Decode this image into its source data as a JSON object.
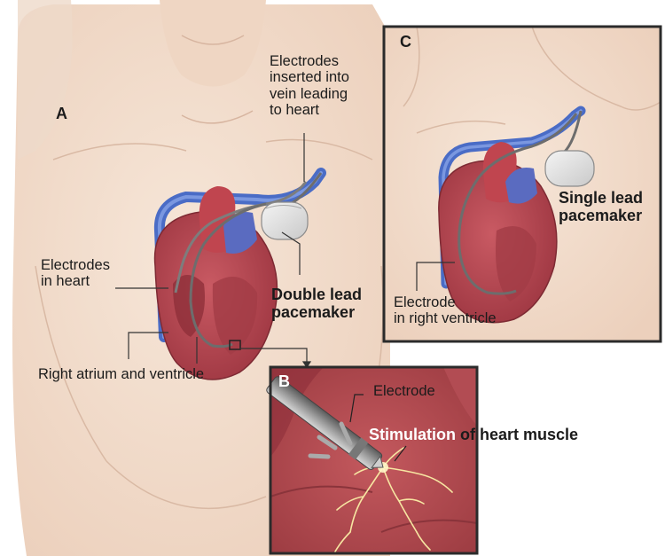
{
  "panels": {
    "a": {
      "letter": "A"
    },
    "b": {
      "letter": "B"
    },
    "c": {
      "letter": "C"
    }
  },
  "labels": {
    "electrodes_inserted": "Electrodes\ninserted into\nvein leading\nto heart",
    "electrodes_in_heart": "Electrodes\nin heart",
    "right_atrium_ventricle": "Right atrium and ventricle",
    "double_lead": "Double lead\npacemaker",
    "single_lead": "Single lead\npacemaker",
    "electrode_right_ventricle": "Electrode\nin right ventricle",
    "electrode": "Electrode",
    "stimulation_bold": "Stimulation",
    "stimulation_rest": " of heart muscle"
  },
  "colors": {
    "skin": "#f2dccb",
    "skin_shadow": "#e6c3ac",
    "heart_muscle": "#b8444f",
    "heart_dark": "#8e2f3a",
    "vein_blue": "#4a6cc6",
    "lead_grey": "#8a8a8a",
    "frame": "#2b2b2b"
  }
}
